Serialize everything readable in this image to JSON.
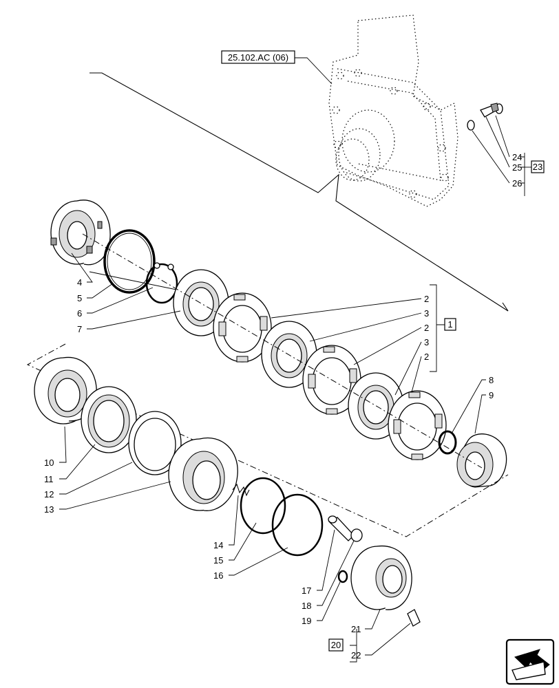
{
  "reference": "25.102.AC (06)",
  "callouts": {
    "c1": "1",
    "c2a": "2",
    "c2b": "2",
    "c2c": "2",
    "c3a": "3",
    "c3b": "3",
    "c4": "4",
    "c5": "5",
    "c6": "6",
    "c7": "7",
    "c8": "8",
    "c9": "9",
    "c10": "10",
    "c11": "11",
    "c12": "12",
    "c13": "13",
    "c14": "14",
    "c15": "15",
    "c16": "16",
    "c17": "17",
    "c18": "18",
    "c19": "19",
    "c20": "20",
    "c21": "21",
    "c22": "22",
    "c23": "23",
    "c24": "24",
    "c25": "25",
    "c26": "26"
  },
  "icons": {
    "nav": "next-page-arrow-icon"
  }
}
